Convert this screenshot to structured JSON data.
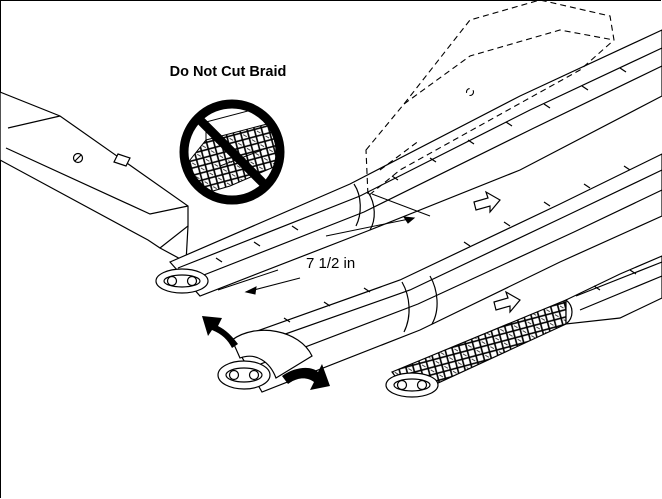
{
  "warning": {
    "text": "Do Not Cut Braid"
  },
  "dimension": {
    "text": "7 1/2 in"
  },
  "colors": {
    "ink": "#000000",
    "paper": "#ffffff",
    "braid": "#000000"
  },
  "icons": [
    "no-symbol-icon",
    "arrow-right-icon",
    "arrow-up-left-icon",
    "arrow-down-right-icon",
    "utility-knife",
    "heating-cable"
  ]
}
